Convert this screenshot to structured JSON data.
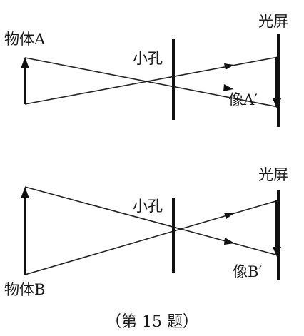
{
  "top_panel": {
    "object_label": "物体A",
    "pinhole_label": "小孔",
    "screen_label": "光屏",
    "image_label": "像A′"
  },
  "bottom_panel": {
    "object_label": "物体B",
    "pinhole_label": "小孔",
    "screen_label": "光屏",
    "image_label": "像B′"
  },
  "caption": "（第 15 题）"
}
